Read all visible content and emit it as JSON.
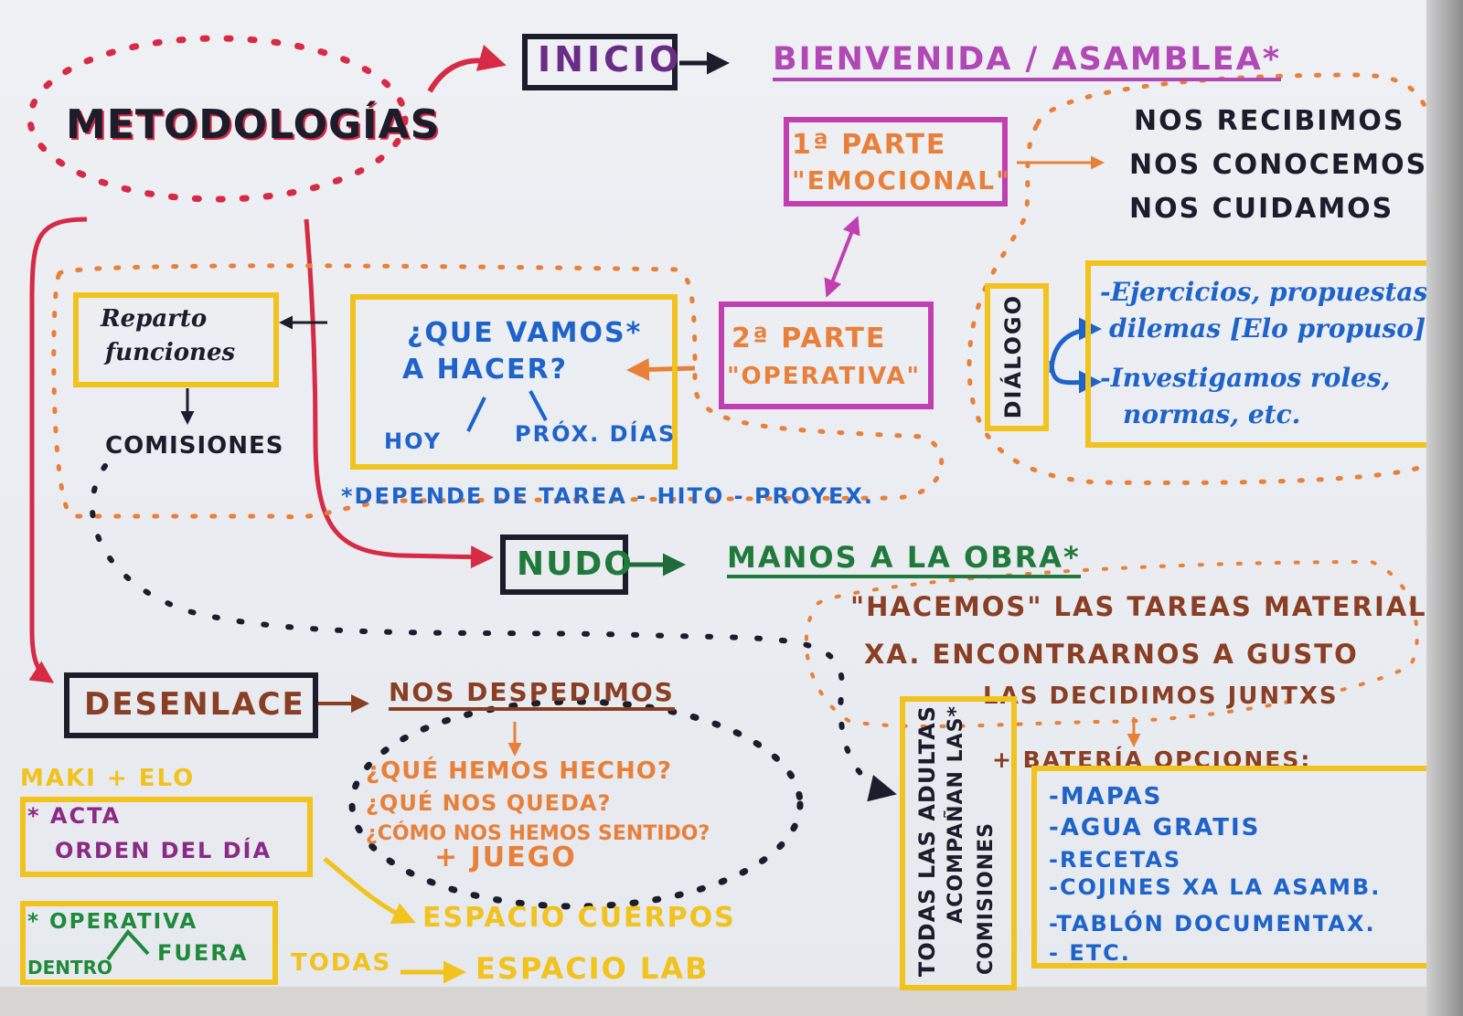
{
  "title": "METODOLOGÍAS",
  "inicio": {
    "label": "INICIO",
    "target": "BIENVENIDA / ASAMBLEA*",
    "parte1": [
      "1ª PARTE",
      "\"EMOCIONAL\""
    ],
    "emotional_items": [
      "NOS RECIBIMOS",
      "NOS CONOCEMOS",
      "NOS CUIDAMOS"
    ],
    "parte2": [
      "2ª PARTE",
      "\"OPERATIVA\""
    ],
    "question": [
      "¿QUE VAMOS*",
      "A HACER?"
    ],
    "when": [
      "HOY",
      "PRÓX. DÍAS"
    ],
    "note": "*DEPENDE DE TAREA - HITO - PROYEX.",
    "reparto": [
      "Reparto",
      "funciones"
    ],
    "comisiones": "COMISIONES",
    "dialogo": "DIÁLOGO",
    "dialogo_items": [
      "-Ejercicios, propuestas,",
      "dilemas [Elo propuso]",
      "-Investigamos roles,",
      "normas, etc."
    ]
  },
  "nudo": {
    "label": "NUDO",
    "target": "MANOS A LA OBRA*",
    "text": [
      "\"HACEMOS\" LAS TAREAS MATERIALES",
      "XA. ENCONTRARNOS A GUSTO",
      "LAS DECIDIMOS JUNTXS"
    ],
    "bateria": "+ BATERÍA OPCIONES:",
    "options": [
      "-MAPAS",
      "-AGUA GRATIS",
      "-RECETAS",
      "-COJINES XA LA ASAMB.",
      "-TABLÓN DOCUMENTAX.",
      "- ETC."
    ],
    "vertical": [
      "TODAS LAS ADULTAS",
      "ACOMPAÑAN LAS*",
      "COMISIONES"
    ]
  },
  "desenlace": {
    "label": "DESENLACE",
    "target": "NOS DESPEDIMOS",
    "questions": [
      "¿QUÉ HEMOS HECHO?",
      "¿QUÉ NOS QUEDA?",
      "¿CÓMO NOS HEMOS SENTIDO?"
    ],
    "juego": "+ JUEGO",
    "maki": "MAKI + ELO",
    "acta": [
      "* ACTA",
      "ORDEN DEL DÍA"
    ],
    "operativa": [
      "* OPERATIVA",
      "DENTRO",
      "FUERA"
    ],
    "todas": "TODAS",
    "espacio_cuerpos": "ESPACIO CUERPOS",
    "espacio_lab": "ESPACIO LAB"
  },
  "colors": {
    "black": "#1c1c2a",
    "red": "#d62a45",
    "pink": "#c23fb1",
    "orange": "#e8803a",
    "blue": "#1e63c9",
    "green": "#1f8a3b",
    "yellow": "#f2c21d",
    "brown": "#8a3e24"
  }
}
